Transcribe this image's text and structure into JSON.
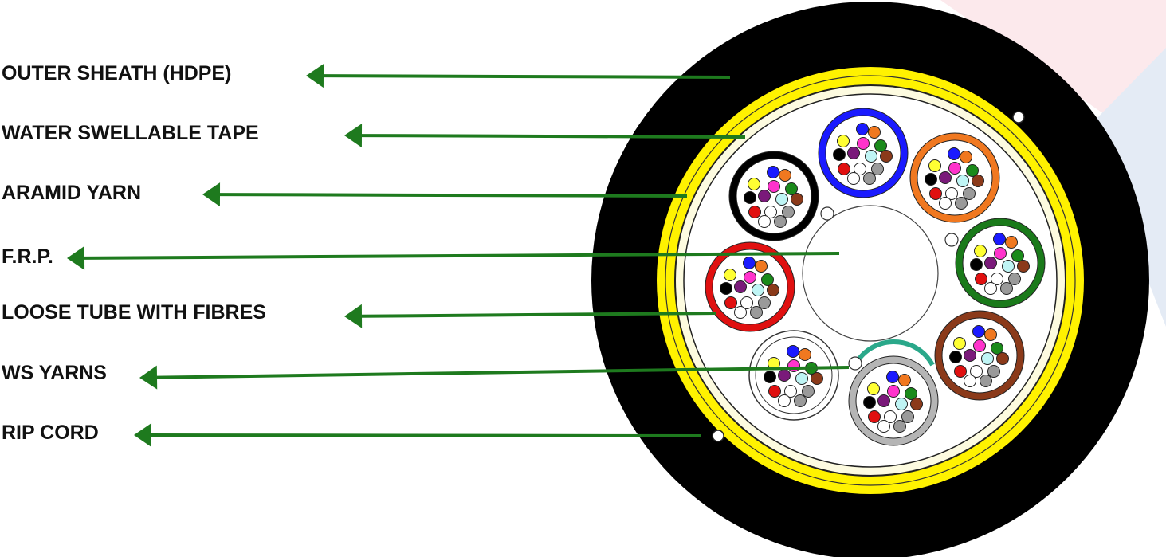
{
  "labels": [
    {
      "key": "outer_sheath",
      "text": "OUTER SHEATH (HDPE)"
    },
    {
      "key": "water_tape",
      "text": "WATER SWELLABLE TAPE"
    },
    {
      "key": "aramid",
      "text": "ARAMID YARN"
    },
    {
      "key": "frp",
      "text": "F.R.P."
    },
    {
      "key": "loose_tube",
      "text": "LOOSE TUBE WITH FIBRES"
    },
    {
      "key": "ws_yarns",
      "text": "WS YARNS"
    },
    {
      "key": "rip_cord",
      "text": "RIP CORD"
    }
  ],
  "colors": {
    "arrow": "#1e7a1e",
    "sheath": "#000000",
    "aramid": "#fff200",
    "tape": "#fdfbe0",
    "background_accent_red": "#fce9ec",
    "background_accent_blue": "#e4ebf5"
  },
  "tube_colors": [
    "blue",
    "orange",
    "green",
    "brown",
    "grey",
    "natural",
    "red",
    "black"
  ],
  "fibre_colors": [
    "#1a1aff",
    "#f07820",
    "#1a8a1a",
    "#8b3a1a",
    "#9a9a9a",
    "#ffffff",
    "#e01010",
    "#000000",
    "#ffff33",
    "#7a1a7a",
    "#ff33cc",
    "#bff5f5"
  ]
}
